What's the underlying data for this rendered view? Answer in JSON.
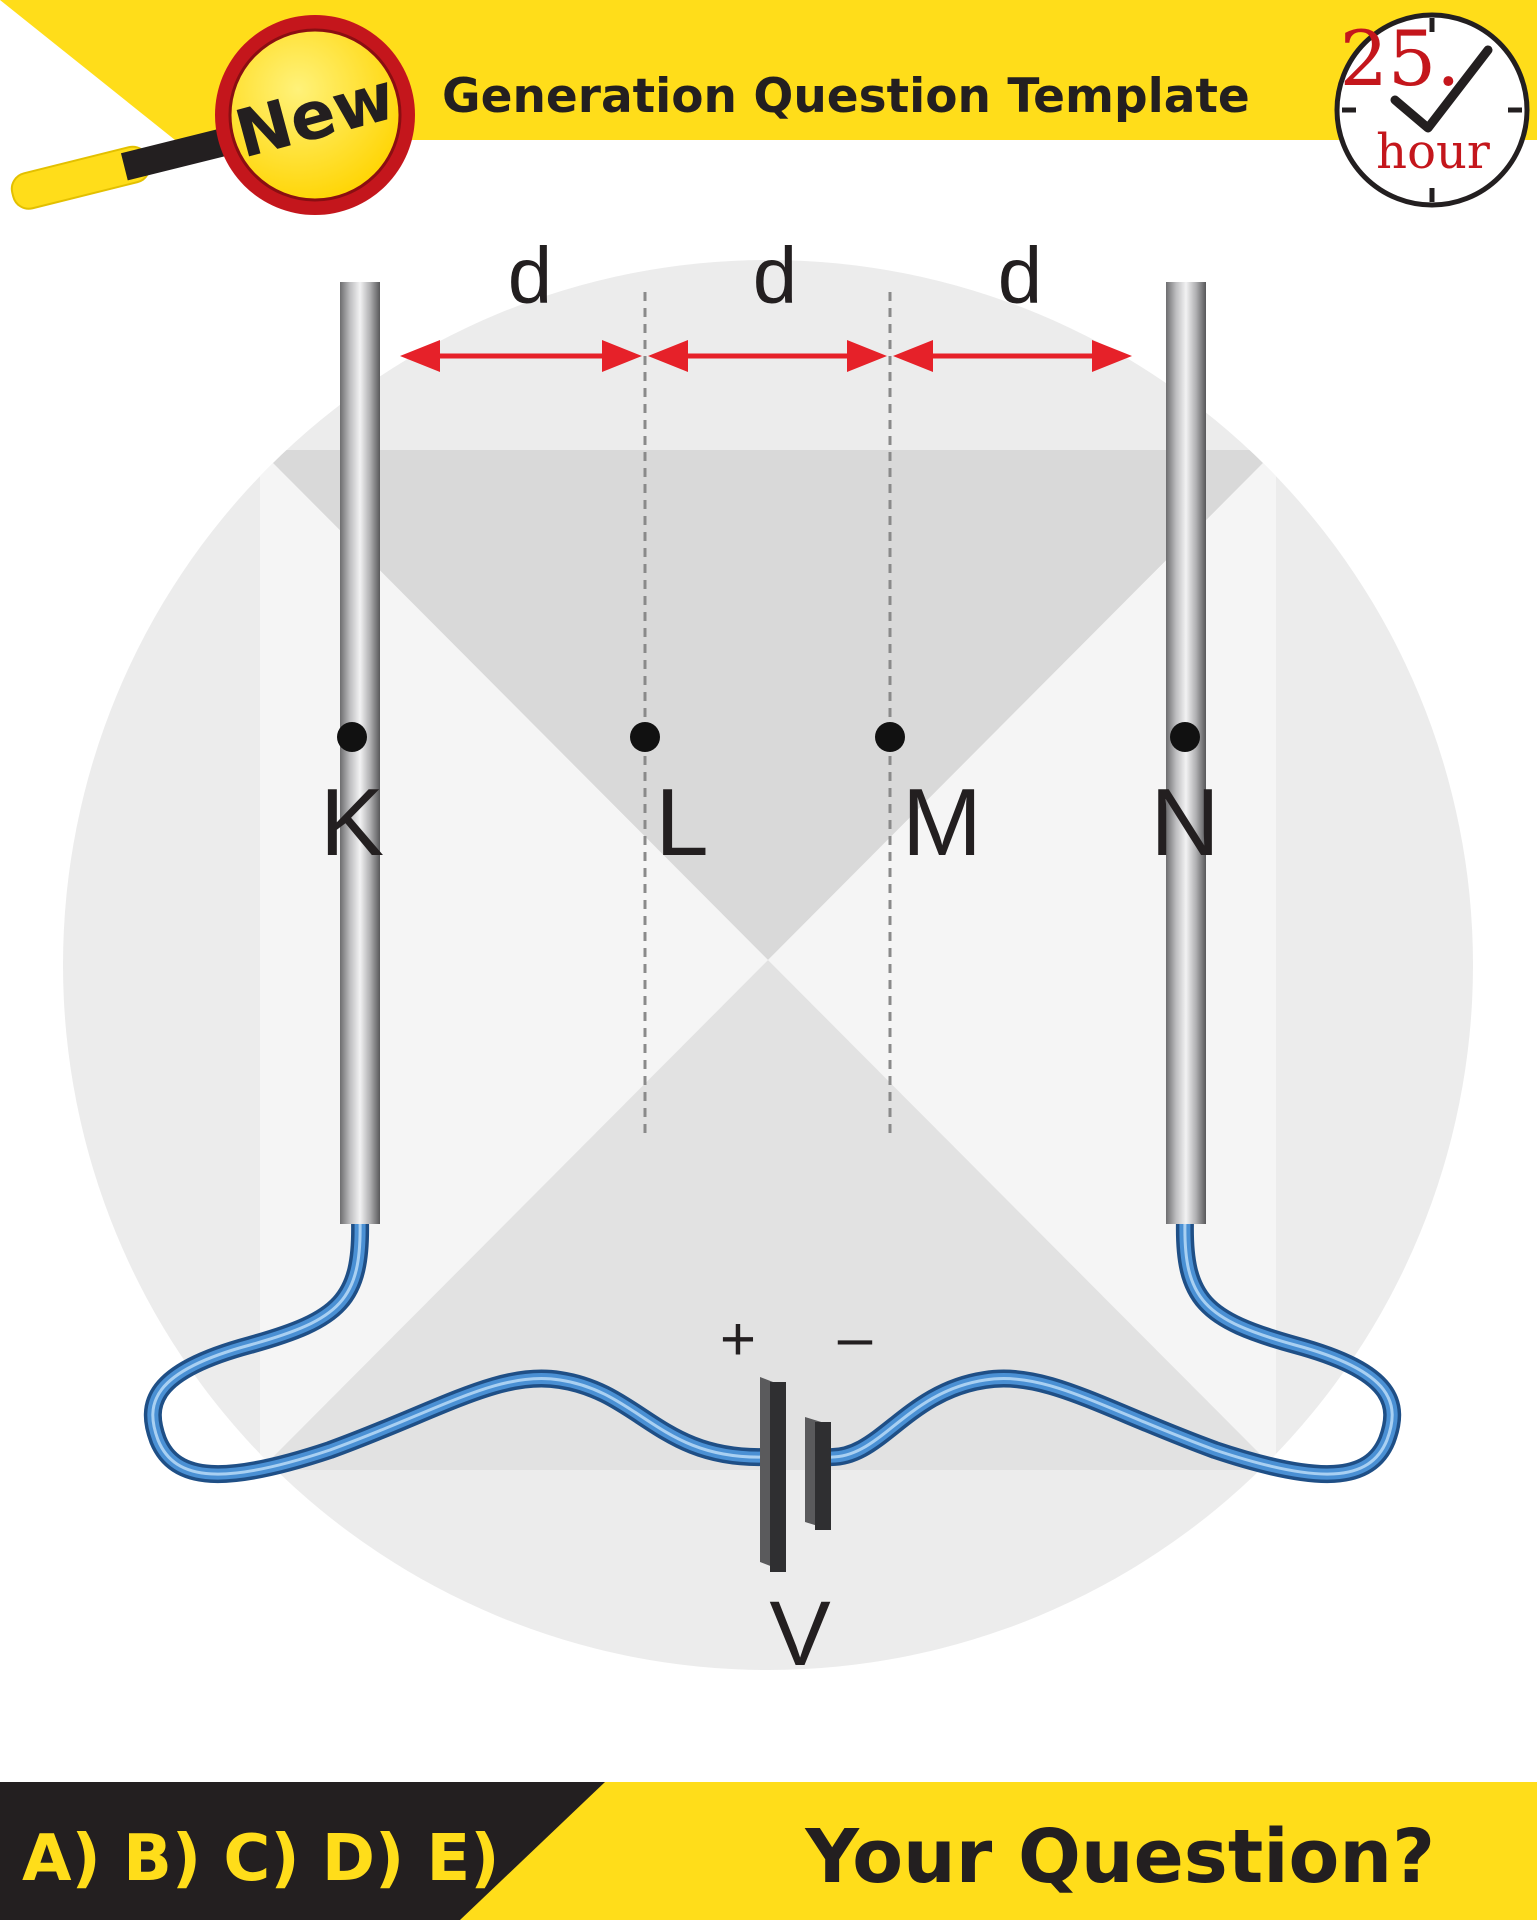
{
  "header": {
    "badge": "New",
    "title": "Generation Question Template",
    "clock_number": "25.",
    "clock_unit": "hour"
  },
  "diagram": {
    "distance_labels": [
      "d",
      "d",
      "d"
    ],
    "points": [
      "K",
      "L",
      "M",
      "N"
    ],
    "battery": {
      "plus": "+",
      "minus": "–",
      "label": "V"
    }
  },
  "footer": {
    "options": "A) B) C) D) E)",
    "question": "Your Question?"
  },
  "colors": {
    "banner_yellow": "#FFDD1A",
    "arrow_red": "#E62129",
    "wire_blue": "#3A7CC0",
    "footer_dark": "#231F20",
    "clock_red": "#C4161C"
  }
}
